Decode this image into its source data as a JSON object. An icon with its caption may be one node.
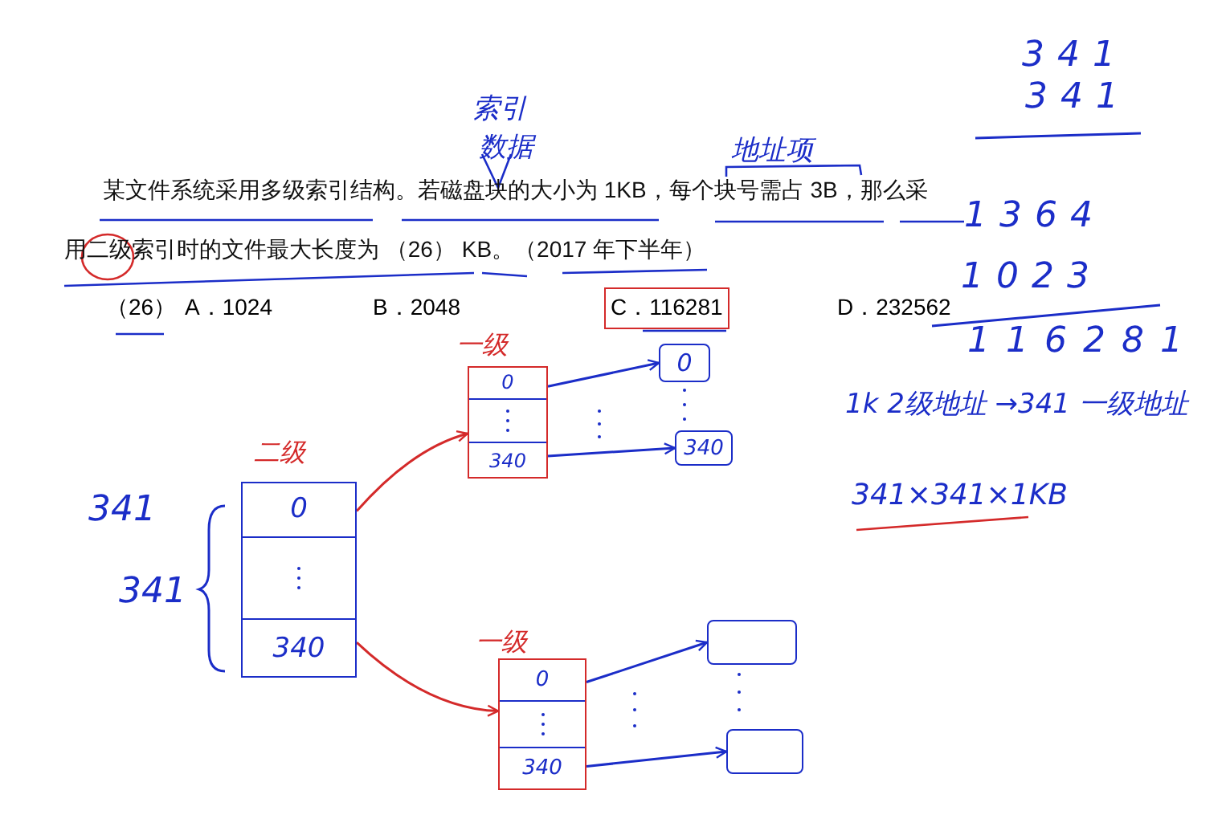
{
  "diagram": {
    "nodes": [
      {
        "text": [
          "0",
          "340"
        ],
        "beside": [
          "二级"
        ]
      },
      {
        "text": [
          "0",
          "340"
        ],
        "beside": [
          "一级"
        ]
      },
      {
        "text": [
          "0",
          "340"
        ],
        "beside": [
          "一级"
        ]
      },
      {
        "text": [
          "0"
        ]
      },
      {
        "text": [
          "340"
        ]
      },
      {
        "text": [],
        "shape": "box"
      },
      {
        "text": [],
        "shape": "box"
      }
    ],
    "edges": [
      {
        "from": 0,
        "to": 1,
        "arrow": "to",
        "color": "#d42a2a"
      },
      {
        "from": 0,
        "to": 2,
        "arrow": "to",
        "color": "#d42a2a"
      },
      {
        "from": 1,
        "to": 3,
        "arrow": "to"
      },
      {
        "from": 1,
        "to": 4,
        "arrow": "to"
      },
      {
        "from": 2,
        "to": 5,
        "arrow": "to"
      },
      {
        "from": 2,
        "to": 6,
        "arrow": "to"
      }
    ],
    "labels": [
      "341",
      "341",
      "索引",
      "数据",
      "地址项",
      "1364",
      "某文件系统采用多级索引结构。若磁盘块的大小为 1KB，每个块号需占 3B，那么采用二级索引时的文件最大长度为 （26） KB。（2017 年下半年）",
      "1023",
      "（26）",
      "A．1024",
      "B．2048",
      "C．116281",
      "D．232562",
      "116281",
      "1k 2级地址 →341 一级地址",
      "341",
      "341",
      "341×341×1KB"
    ]
  }
}
